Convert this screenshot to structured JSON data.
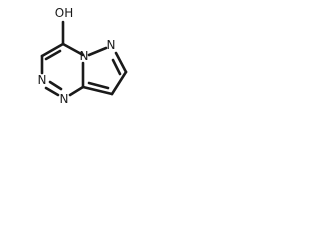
{
  "molecule": {
    "atoms": {
      "oh": "OH",
      "n_pyrazole_top": "N",
      "n_bridgehead": "N",
      "n_left_upper": "N",
      "n_left_lower": "N"
    }
  }
}
